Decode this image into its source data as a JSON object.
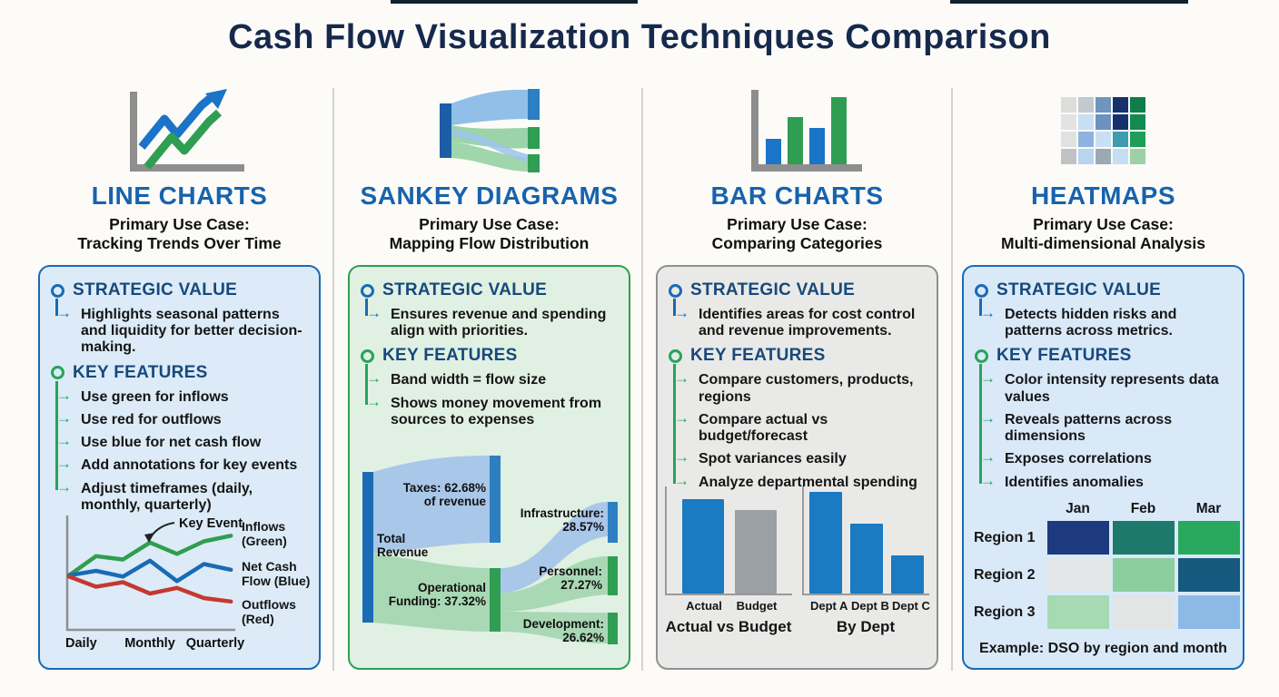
{
  "page": {
    "title": "Cash Flow Visualization Techniques Comparison"
  },
  "columns": [
    {
      "key": "line-charts",
      "icon": "line-chart-icon",
      "title": "LINE CHARTS",
      "use_case_label": "Primary Use Case:",
      "use_case": "Tracking Trends Over Time",
      "card_bg": "#dcebf7",
      "card_border": "#1a6ab5",
      "strategic_value": {
        "heading": "STRATEGIC VALUE",
        "text": "Highlights seasonal patterns and liquidity for better decision-making."
      },
      "key_features": {
        "heading": "KEY FEATURES",
        "items": [
          "Use green for inflows",
          "Use red for outflows",
          "Use blue for net cash flow",
          "Add annotations for key events",
          "Adjust timeframes (daily, monthly, quarterly)"
        ]
      }
    },
    {
      "key": "sankey-diagrams",
      "icon": "sankey-icon",
      "title": "SANKEY DIAGRAMS",
      "use_case_label": "Primary Use Case:",
      "use_case": "Mapping Flow Distribution",
      "card_bg": "#e0f0e3",
      "card_border": "#2f9e53",
      "strategic_value": {
        "heading": "STRATEGIC VALUE",
        "text": "Ensures revenue and spending align with priorities."
      },
      "key_features": {
        "heading": "KEY FEATURES",
        "items": [
          "Band width = flow size",
          "Shows money movement from sources to expenses"
        ]
      }
    },
    {
      "key": "bar-charts",
      "icon": "bar-chart-icon",
      "title": "BAR CHARTS",
      "use_case_label": "Primary Use Case:",
      "use_case": "Comparing Categories",
      "card_bg": "#e9e9e7",
      "card_border": "#8f9092",
      "strategic_value": {
        "heading": "STRATEGIC VALUE",
        "text": "Identifies areas for cost control and revenue improvements."
      },
      "key_features": {
        "heading": "KEY FEATURES",
        "items": [
          "Compare customers, products, regions",
          "Compare actual vs budget/forecast",
          "Spot variances easily",
          "Analyze departmental spending"
        ]
      }
    },
    {
      "key": "heatmaps",
      "icon": "heatmap-icon",
      "title": "HEATMAPS",
      "use_case_label": "Primary Use Case:",
      "use_case": "Multi-dimensional Analysis",
      "card_bg": "#d9e9f8",
      "card_border": "#1a6ab5",
      "strategic_value": {
        "heading": "STRATEGIC VALUE",
        "text": "Detects hidden risks and patterns across metrics."
      },
      "key_features": {
        "heading": "KEY FEATURES",
        "items": [
          "Color intensity represents data values",
          "Reveals patterns across dimensions",
          "Exposes correlations",
          "Identifies anomalies"
        ]
      },
      "icon_grid": [
        [
          "#dcdede",
          "#c3c9cd",
          "#6f94bd",
          "#16316e",
          "#107e4c"
        ],
        [
          "#e2e4e4",
          "#c8def2",
          "#6b92c2",
          "#14306e",
          "#128a50"
        ],
        [
          "#e0e2e2",
          "#8fb3e0",
          "#c8e0f4",
          "#3d9cae",
          "#1f9e58"
        ],
        [
          "#bfc3c5",
          "#b8d4ee",
          "#9aa9b4",
          "#c4def4",
          "#9ed0a8"
        ]
      ]
    }
  ],
  "chart_data": [
    {
      "type": "line",
      "panel": "line-chart-example",
      "x_ticks": [
        "Daily",
        "Monthly",
        "Quarterly"
      ],
      "annotation": "Key Event",
      "annotation_series": "Inflows (Green)",
      "annotation_point_index": 3,
      "ylim": [
        0,
        100
      ],
      "series": [
        {
          "name": "Inflows",
          "label": "Inflows (Green)",
          "color": "#2f9e4f",
          "values": [
            48,
            65,
            62,
            77,
            67,
            78,
            83
          ]
        },
        {
          "name": "Net Cash Flow",
          "label": "Net Cash Flow (Blue)",
          "color": "#1a6ab5",
          "values": [
            48,
            52,
            47,
            61,
            43,
            58,
            53
          ]
        },
        {
          "name": "Outflows",
          "label": "Outflows (Red)",
          "color": "#c4392f",
          "values": [
            47,
            38,
            42,
            32,
            37,
            28,
            25
          ]
        }
      ]
    },
    {
      "type": "sankey",
      "panel": "sankey-example",
      "nodes": [
        {
          "id": "total",
          "label": "Total Revenue",
          "color": "#1b6cb4"
        },
        {
          "id": "taxes",
          "label": "Taxes: 62.68% of revenue",
          "color": "#1b6cb4"
        },
        {
          "id": "operational",
          "label": "Operational Funding: 37.32%",
          "color": "#2f9e53"
        },
        {
          "id": "infrastructure",
          "label": "Infrastructure: 28.57%",
          "color": "#1b6cb4"
        },
        {
          "id": "personnel",
          "label": "Personnel: 27.27%",
          "color": "#2f9e53"
        },
        {
          "id": "development",
          "label": "Development: 26.62%",
          "color": "#2f9e53"
        }
      ],
      "links": [
        {
          "source": "Total Revenue",
          "target": "Taxes",
          "value_pct": 62.68
        },
        {
          "source": "Total Revenue",
          "target": "Operational Funding",
          "value_pct": 37.32
        },
        {
          "source": "Operational Funding",
          "target": "Infrastructure",
          "value_pct": 28.57
        },
        {
          "source": "Operational Funding",
          "target": "Personnel",
          "value_pct": 27.27
        },
        {
          "source": "Operational Funding",
          "target": "Development",
          "value_pct": 26.62
        }
      ]
    },
    {
      "type": "bar",
      "panel": "actual-vs-budget",
      "title": "Actual vs Budget",
      "categories": [
        "Actual",
        "Budget"
      ],
      "values": [
        88,
        78
      ],
      "colors": [
        "#1a7ac2",
        "#9aa0a4"
      ],
      "ylim": [
        0,
        100
      ]
    },
    {
      "type": "bar",
      "panel": "by-dept",
      "title": "By Dept",
      "categories": [
        "Dept A",
        "Dept B",
        "Dept C"
      ],
      "values": [
        95,
        65,
        36
      ],
      "colors": [
        "#1a7ac2",
        "#1a7ac2",
        "#1a7ac2"
      ],
      "ylim": [
        0,
        100
      ]
    },
    {
      "type": "heatmap",
      "panel": "heatmap-example",
      "columns": [
        "Jan",
        "Feb",
        "Mar"
      ],
      "rows": [
        "Region 1",
        "Region 2",
        "Region 3"
      ],
      "cell_colors": [
        [
          "#1e3a7e",
          "#1d7a6b",
          "#28a95e"
        ],
        [
          "#e4e7e8",
          "#8ccd9d",
          "#15597f"
        ],
        [
          "#a6dab3",
          "#e2e5e4",
          "#8db9e6"
        ]
      ],
      "caption": "Example: DSO by region and month"
    }
  ]
}
